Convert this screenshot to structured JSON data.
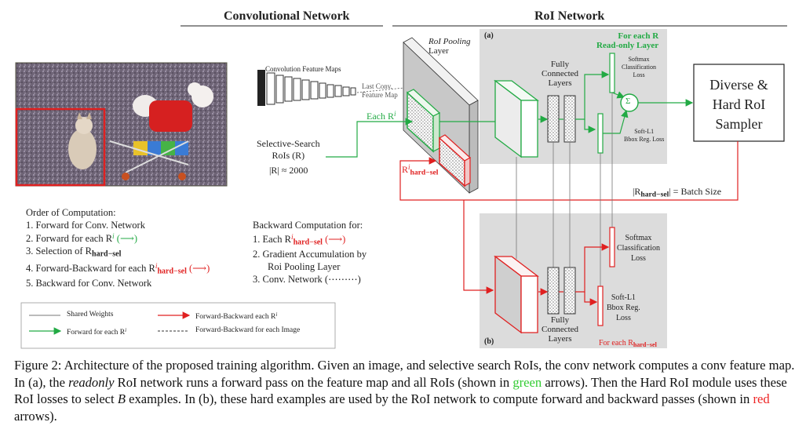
{
  "headers": {
    "conv_network": "Convolutional Network",
    "roi_network": "RoI Network"
  },
  "labels": {
    "roi_pooling_layer_line1": "RoI Pooling",
    "roi_pooling_layer_line2": "Layer",
    "conv_feature_maps": "Convolution Feature Maps",
    "last_conv_feature_map_line1": "Last Conv.",
    "last_conv_feature_map_line2": "Feature Map",
    "selective_search_line1": "Selective-Search",
    "selective_search_line2": "RoIs (R)",
    "roi_count": "|R| ≈ 2000",
    "each_r": "Each R",
    "r_hard_sel": "R",
    "panel_a_tag": "(a)",
    "panel_b_tag": "(b)",
    "for_each_r_line1": "For each R",
    "for_each_r_line2": "Read-only Layer",
    "fc_layers_a_line1": "Fully",
    "fc_layers_a_line2": "Connected",
    "fc_layers_a_line3": "Layers",
    "softmax_a_line1": "Softmax",
    "softmax_a_line2": "Classification",
    "softmax_a_line3": "Loss",
    "bbox_a_line1": "Soft-L1",
    "bbox_a_line2": "Bbox Reg. Loss",
    "sum_symbol": "Σ",
    "sampler_line1": "Diverse &",
    "sampler_line2": "Hard RoI",
    "sampler_line3": "Sampler",
    "batch_size": "= Batch Size",
    "softmax_b_line1": "Softmax",
    "softmax_b_line2": "Classification",
    "softmax_b_line3": "Loss",
    "bbox_b_line1": "Soft-L1",
    "bbox_b_line2": "Bbox Reg.",
    "bbox_b_line3": "Loss",
    "fc_layers_b_line1": "Fully",
    "fc_layers_b_line2": "Connected",
    "fc_layers_b_line3": "Layers",
    "for_each_r_hard_sel": "For each R"
  },
  "order_of_computation": {
    "title": "Order of Computation:",
    "items": [
      "1. Forward for Conv. Network",
      "2. Forward for each R",
      "3. Selection of R",
      "4. Forward-Backward for each R",
      "5. Backward for Conv. Network"
    ]
  },
  "backward_computation": {
    "title": "Backward Computation for:",
    "items": [
      "1. Each R",
      "2. Gradient Accumulation by",
      "Roi Pooling Layer",
      "3. Conv. Network ("
    ]
  },
  "legend": {
    "shared_weights": "Shared Weights",
    "forward_each_r": "Forward for each R",
    "fb_each_r": "Forward-Backward each R",
    "fb_each_image": "Forward-Backward for each Image"
  },
  "caption": {
    "p1": "Figure 2: Architecture of the proposed training algorithm. Given an image, and selective search RoIs, the conv network computes a conv feature map. In (a), the ",
    "readonly": "readonly",
    "p2": " RoI network runs a forward pass on the feature map and all RoIs (shown in ",
    "green": "green",
    "p3": " arrows). Then the Hard RoI module uses these RoI losses to select ",
    "b": "B",
    "p4": " examples. In (b), these hard examples are used by the RoI network to compute forward and backward passes (shown in ",
    "red": "red",
    "p5": " arrows)."
  },
  "colors": {
    "green": "#22aa44",
    "red": "#e02020",
    "panel_gray": "#dcdcdc"
  }
}
